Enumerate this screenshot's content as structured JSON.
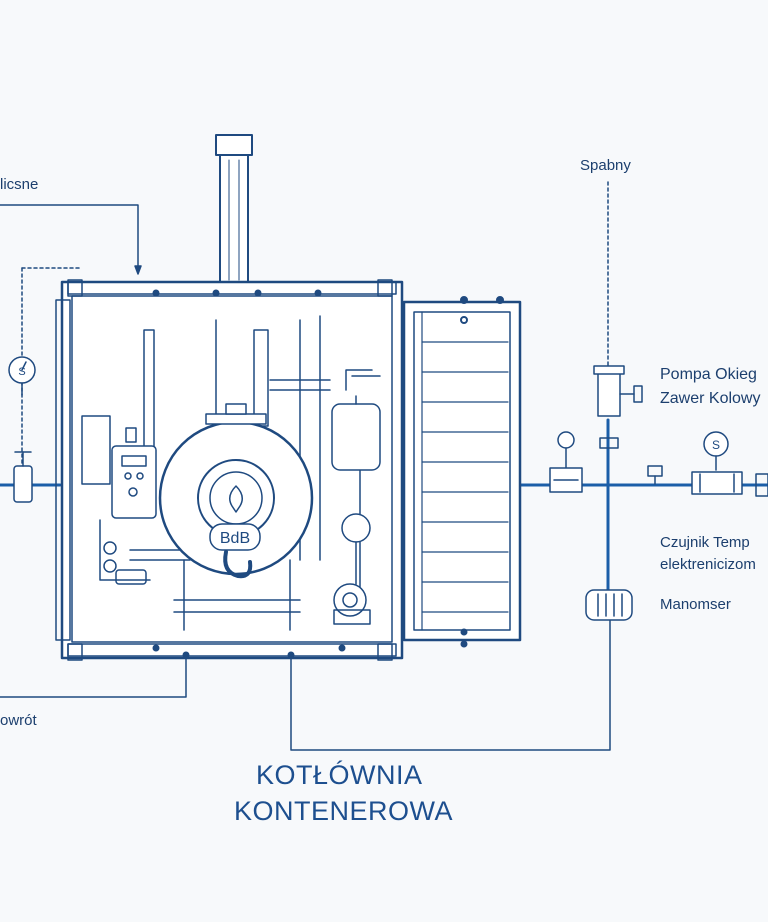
{
  "labels": {
    "top_left": "licsne",
    "top_right_valve": "Spabny",
    "pump_1": "Pompa Okieg",
    "pump_2": "Zawer Kolowy",
    "sensor_1": "Czujnik Temp",
    "sensor_2": "elektrenicizom",
    "manometer": "Manomser",
    "bottom_left": "owrót"
  },
  "title": {
    "line1": "KOTŁÓWNIA",
    "line2": "KONTENEROWA"
  },
  "gauge_label": "S",
  "burner_label": "BdB",
  "colors": {
    "line": "#1f4a80",
    "pipe": "#1b5ea8",
    "fill": "#ffffff",
    "title": "#1d4f8f",
    "background": "#f7f9fb"
  }
}
